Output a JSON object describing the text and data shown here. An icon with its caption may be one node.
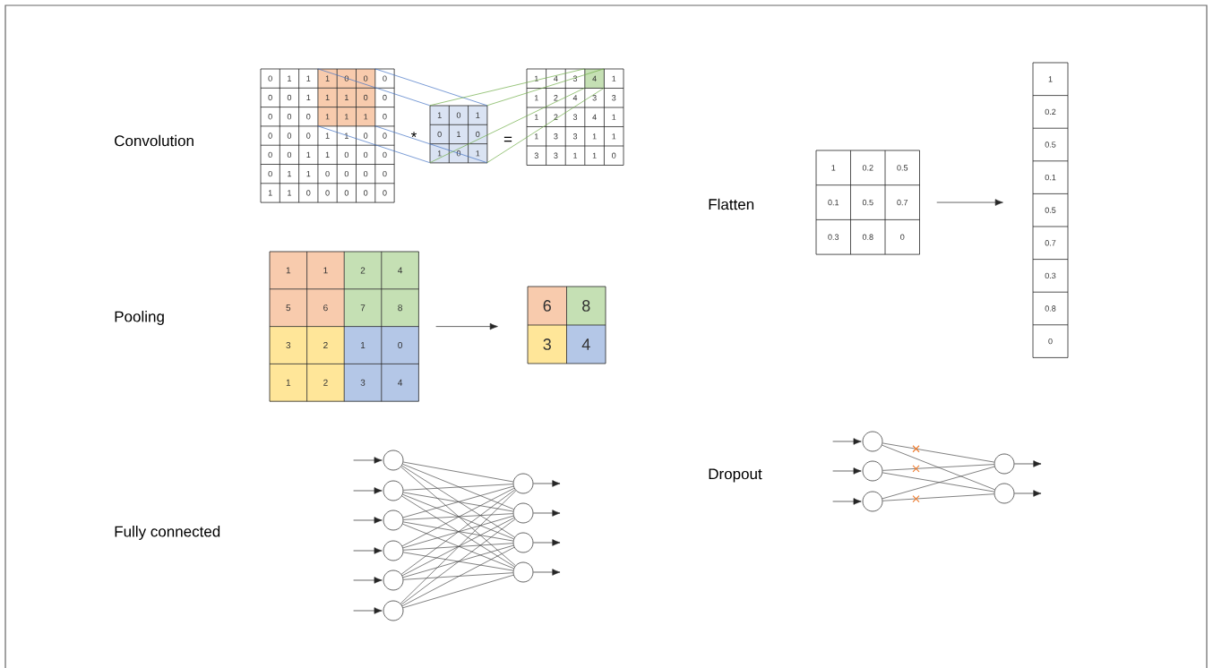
{
  "diagram": {
    "nodes": [
      {
        "text": [
          "0",
          "1",
          "1",
          "1",
          "0",
          "0",
          "0",
          "0",
          "0",
          "1",
          "1",
          "1",
          "0",
          "0",
          "0",
          "0",
          "0",
          "1",
          "1",
          "1",
          "0",
          "0",
          "0",
          "0",
          "1",
          "1",
          "0",
          "0",
          "0",
          "0",
          "1",
          "1",
          "0",
          "0",
          "0",
          "0",
          "1",
          "1",
          "0",
          "0",
          "0",
          "0",
          "1",
          "1",
          "0",
          "0",
          "0",
          "0",
          "0"
        ]
      },
      {
        "text": [
          "1",
          "0",
          "1",
          "0",
          "1",
          "0",
          "1",
          "0",
          "1"
        ]
      },
      {
        "text": [
          "1",
          "4",
          "3",
          "4",
          "1",
          "1",
          "2",
          "4",
          "3",
          "3",
          "1",
          "2",
          "3",
          "4",
          "1",
          "1",
          "3",
          "3",
          "1",
          "1",
          "3",
          "3",
          "1",
          "1",
          "0"
        ]
      },
      {
        "text": [
          "1",
          "0.2",
          "0.5",
          "0.1",
          "0.5",
          "0.7",
          "0.3",
          "0.8",
          "0"
        ]
      },
      {
        "text": [
          "1",
          "0.2",
          "0.5",
          "0.1",
          "0.5",
          "0.7",
          "0.3",
          "0.8",
          "0"
        ]
      },
      {
        "text": [
          "1",
          "1",
          "2",
          "4",
          "5",
          "6",
          "7",
          "8",
          "3",
          "2",
          "1",
          "0",
          "1",
          "2",
          "3",
          "4"
        ]
      },
      {
        "text": [
          "6",
          "8",
          "3",
          "4"
        ]
      },
      {
        "text": [],
        "shape": "circle"
      },
      {
        "text": [],
        "shape": "circle"
      },
      {
        "text": [],
        "shape": "circle"
      },
      {
        "text": [],
        "shape": "circle"
      },
      {
        "text": [],
        "shape": "circle"
      },
      {
        "text": [],
        "shape": "circle"
      },
      {
        "text": [],
        "shape": "circle"
      },
      {
        "text": [],
        "shape": "circle"
      },
      {
        "text": [],
        "shape": "circle"
      },
      {
        "text": [],
        "shape": "circle"
      },
      {
        "text": [],
        "shape": "circle"
      },
      {
        "text": [],
        "shape": "circle"
      },
      {
        "text": [],
        "shape": "circle"
      },
      {
        "text": [],
        "shape": "circle"
      },
      {
        "text": [],
        "shape": "circle"
      }
    ],
    "edges": [
      {
        "from": 0,
        "to": 1,
        "arrow": "none",
        "color": "#4472c4"
      },
      {
        "from": 0,
        "to": 1,
        "arrow": "none",
        "color": "#4472c4"
      },
      {
        "from": 0,
        "to": 1,
        "arrow": "none",
        "color": "#4472c4"
      },
      {
        "from": 0,
        "to": 1,
        "arrow": "none",
        "color": "#4472c4"
      },
      {
        "from": 1,
        "to": 2,
        "arrow": "none",
        "color": "#70ad47"
      },
      {
        "from": 1,
        "to": 2,
        "arrow": "none",
        "color": "#70ad47"
      },
      {
        "from": 1,
        "to": 2,
        "arrow": "none",
        "color": "#70ad47"
      },
      {
        "from": 1,
        "to": 2,
        "arrow": "none",
        "color": "#70ad47"
      },
      {
        "from": 3,
        "to": 4,
        "arrow": "to"
      },
      {
        "from": 5,
        "to": 6,
        "arrow": "to"
      },
      {
        "from": null,
        "to": 7,
        "arrow": "to"
      },
      {
        "from": null,
        "to": 8,
        "arrow": "to"
      },
      {
        "from": null,
        "to": 9,
        "arrow": "to"
      },
      {
        "from": null,
        "to": 10,
        "arrow": "to"
      },
      {
        "from": null,
        "to": 11,
        "arrow": "to"
      },
      {
        "from": null,
        "to": 12,
        "arrow": "to"
      },
      {
        "from": 7,
        "to": 13,
        "arrow": "none"
      },
      {
        "from": 7,
        "to": 14,
        "arrow": "none"
      },
      {
        "from": 7,
        "to": 15,
        "arrow": "none"
      },
      {
        "from": 7,
        "to": 16,
        "arrow": "none"
      },
      {
        "from": 8,
        "to": 13,
        "arrow": "none"
      },
      {
        "from": 8,
        "to": 14,
        "arrow": "none"
      },
      {
        "from": 8,
        "to": 15,
        "arrow": "none"
      },
      {
        "from": 8,
        "to": 16,
        "arrow": "none"
      },
      {
        "from": 9,
        "to": 13,
        "arrow": "none"
      },
      {
        "from": 9,
        "to": 14,
        "arrow": "none"
      },
      {
        "from": 9,
        "to": 15,
        "arrow": "none"
      },
      {
        "from": 9,
        "to": 16,
        "arrow": "none"
      },
      {
        "from": 10,
        "to": 13,
        "arrow": "none"
      },
      {
        "from": 10,
        "to": 14,
        "arrow": "none"
      },
      {
        "from": 10,
        "to": 15,
        "arrow": "none"
      },
      {
        "from": 10,
        "to": 16,
        "arrow": "none"
      },
      {
        "from": 11,
        "to": 13,
        "arrow": "none"
      },
      {
        "from": 11,
        "to": 14,
        "arrow": "none"
      },
      {
        "from": 11,
        "to": 15,
        "arrow": "none"
      },
      {
        "from": 11,
        "to": 16,
        "arrow": "none"
      },
      {
        "from": 12,
        "to": 13,
        "arrow": "none"
      },
      {
        "from": 12,
        "to": 14,
        "arrow": "none"
      },
      {
        "from": 12,
        "to": 15,
        "arrow": "none"
      },
      {
        "from": 12,
        "to": 16,
        "arrow": "none"
      },
      {
        "from": 13,
        "to": null,
        "arrow": "to"
      },
      {
        "from": 14,
        "to": null,
        "arrow": "to"
      },
      {
        "from": 15,
        "to": null,
        "arrow": "to"
      },
      {
        "from": 16,
        "to": null,
        "arrow": "to"
      },
      {
        "from": null,
        "to": 17,
        "arrow": "to"
      },
      {
        "from": null,
        "to": 18,
        "arrow": "to"
      },
      {
        "from": null,
        "to": 19,
        "arrow": "to"
      },
      {
        "from": 17,
        "to": 20,
        "arrow": "none"
      },
      {
        "from": 17,
        "to": 21,
        "arrow": "none"
      },
      {
        "from": 18,
        "to": 20,
        "arrow": "none"
      },
      {
        "from": 18,
        "to": 21,
        "arrow": "none"
      },
      {
        "from": 19,
        "to": 20,
        "arrow": "none"
      },
      {
        "from": 19,
        "to": 21,
        "arrow": "none"
      },
      {
        "from": 20,
        "to": null,
        "arrow": "to"
      },
      {
        "from": 21,
        "to": null,
        "arrow": "to"
      }
    ],
    "labels": [
      "Convolution",
      "*",
      "=",
      "Flatten",
      "Pooling",
      "Dropout",
      "Fully connected"
    ]
  }
}
